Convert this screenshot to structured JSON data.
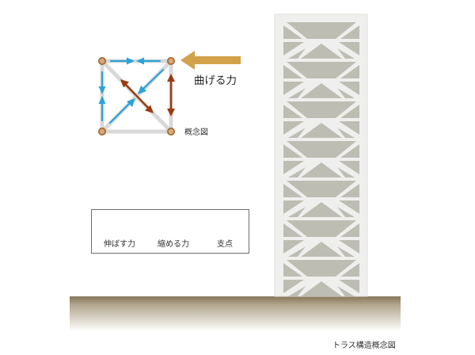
{
  "labels": {
    "bending_force": "曲げる力",
    "concept_small": "概念図",
    "caption": "トラス構造概念図"
  },
  "legend": {
    "tension": "伸ばす力",
    "compression": "縮める力",
    "support": "支点"
  },
  "colors": {
    "tension_arrow": "#9a3b12",
    "compression_arrow": "#2aa3d8",
    "bending_arrow": "#d2a24b",
    "support_point": "#c8894d",
    "truss_member": "#d8d8d8",
    "tower_frame": "#eeeeec",
    "tower_fill": "#bebdb4",
    "ground_top": "#8a7a5f",
    "ground_fade": "#ffffff"
  }
}
